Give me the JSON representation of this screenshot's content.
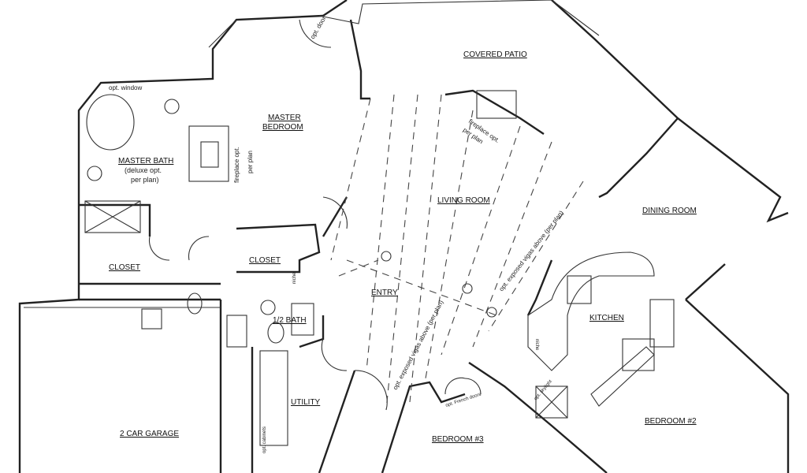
{
  "rooms": {
    "covered_patio": "COVERED PATIO",
    "master_bedroom_1": "MASTER",
    "master_bedroom_2": "BEDROOM",
    "master_bath": "MASTER BATH",
    "master_bath_note_1": "(deluxe opt.",
    "master_bath_note_2": "per plan)",
    "living_room": "LIVING ROOM",
    "dining_room": "DINING ROOM",
    "closet_left": "CLOSET",
    "closet_right": "CLOSET",
    "entry": "ENTRY",
    "half_bath": "1/2 BATH",
    "kitchen": "KITCHEN",
    "utility": "UTILITY",
    "garage": "2 CAR GARAGE",
    "bedroom3": "BEDROOM #3",
    "bedroom2": "BEDROOM #2"
  },
  "notes": {
    "opt_door": "opt. door",
    "opt_window": "opt. window",
    "fireplace_master_1": "fireplace opt.",
    "fireplace_master_2": "per plan",
    "fireplace_living_1": "fireplace opt.",
    "fireplace_living_2": "per plan",
    "vigas_living": "opt. exposed vigas above (per plan)",
    "vigas_entry": "opt. exposed vigas above (per plan)",
    "niche_closet": "niche",
    "niche_kitchen": "niche",
    "opt_cabinets": "opt. cabinets",
    "french_doors": "opt. French doors",
    "skylight": "opt. skylight"
  }
}
